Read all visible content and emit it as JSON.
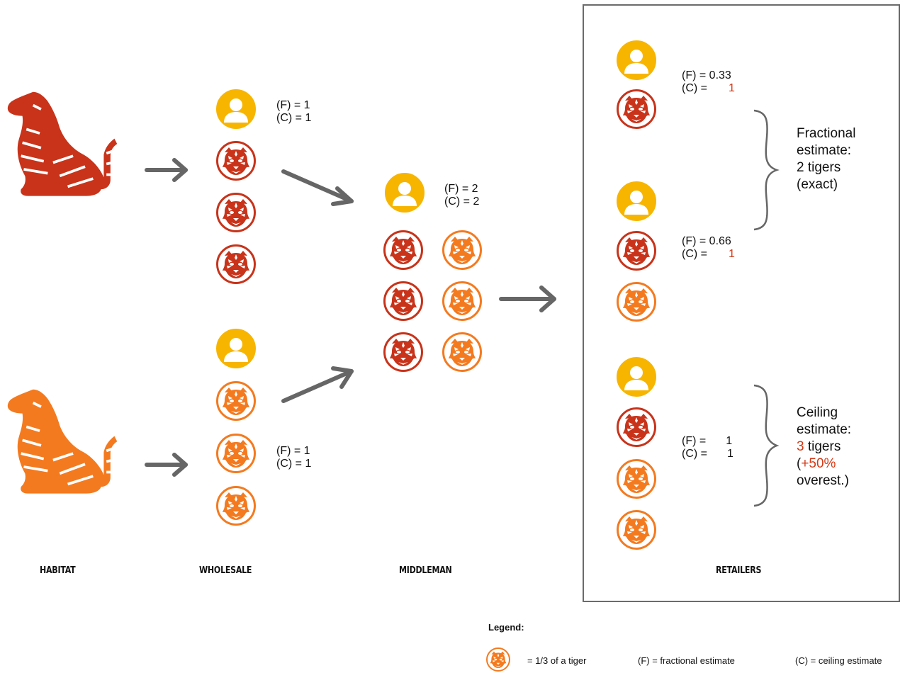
{
  "stages": {
    "habitat": "HABITAT",
    "wholesale": "WHOLESALE",
    "middleman": "MIDDLEMAN",
    "retailers": "RETAILERS"
  },
  "wholesale_top": {
    "f": "(F) = 1",
    "c": "(C) = 1"
  },
  "wholesale_bottom": {
    "f": "(F) = 1",
    "c": "(C) = 1"
  },
  "middleman": {
    "f": "(F) = 2",
    "c": "(C) = 2"
  },
  "retailer1": {
    "f": "(F) = 0.33",
    "c_label": "(C) =",
    "c_value": "1"
  },
  "retailer2": {
    "f": "(F) = 0.66",
    "c_label": "(C) =",
    "c_value": "1"
  },
  "retailer3": {
    "f_label": "(F) =",
    "f_value": "1",
    "c_label": "(C) =",
    "c_value": "1"
  },
  "fractional_summary": {
    "line1": "Fractional",
    "line2": "estimate:",
    "line3": "2 tigers",
    "line4": "(exact)"
  },
  "ceiling_summary": {
    "line1": "Ceiling",
    "line2": "estimate:",
    "count": "3",
    "count_suffix": " tigers",
    "overest_open": "(",
    "overest_pct": "+50%",
    "line5": "overest.)"
  },
  "legend": {
    "title": "Legend:",
    "tiger_unit": "= 1/3 of a tiger",
    "fractional": "(F) = fractional estimate",
    "ceiling": "(C) = ceiling estimate"
  },
  "colors": {
    "red_tiger": "#c8331a",
    "orange_tiger": "#f47a1f",
    "person": "#f7b500",
    "arrow": "#666666",
    "highlight": "#d33a17"
  },
  "icons": [
    "tiger-silhouette-icon",
    "tiger-face-icon",
    "person-icon",
    "arrow-icon",
    "curly-brace-icon"
  ]
}
